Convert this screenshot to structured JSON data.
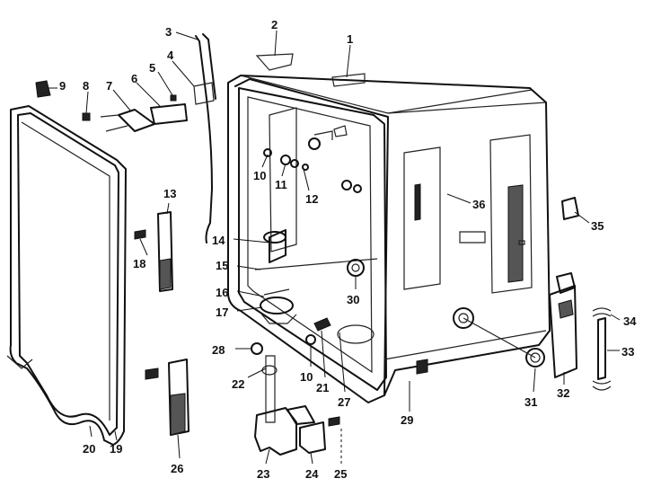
{
  "callouts": [
    "1",
    "2",
    "3",
    "4",
    "5",
    "6",
    "7",
    "8",
    "9",
    "10",
    "11",
    "12",
    "13",
    "14",
    "15",
    "16",
    "17",
    "18",
    "19",
    "20",
    "21",
    "22",
    "23",
    "24",
    "25",
    "26",
    "27",
    "28",
    "29",
    "30",
    "31",
    "32",
    "33",
    "34",
    "35",
    "36",
    "10"
  ]
}
